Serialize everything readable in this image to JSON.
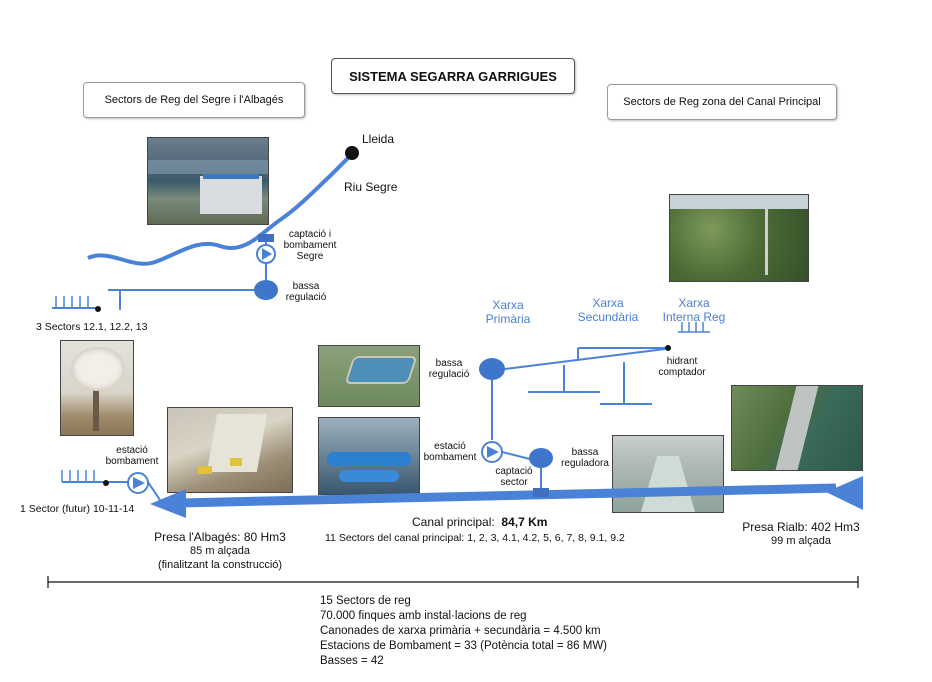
{
  "title": "SISTEMA SEGARRA GARRIGUES",
  "left_header": "Sectors de Reg del Segre i l'Albagés",
  "right_header": "Sectors de Reg zona del Canal Principal",
  "lleida": "Lleida",
  "riu_segre": "Riu Segre",
  "captacio_segre": [
    "captació i",
    "bombament",
    "Segre"
  ],
  "bassa_segre": [
    "bassa",
    "regulació"
  ],
  "sectors_12": "3 Sectors 12.1, 12.2, 13",
  "estacio_left": [
    "estació",
    "bombament"
  ],
  "sector_futur": "1 Sector (futur) 10-11-14",
  "xarxa_primaria": [
    "Xarxa",
    "Primària"
  ],
  "xarxa_secundaria": [
    "Xarxa",
    "Secundària"
  ],
  "xarxa_interna": [
    "Xarxa",
    "Interna Reg"
  ],
  "bassa_reg_mid": [
    "bassa",
    "regulació"
  ],
  "hidrant": [
    "hidrant",
    "comptador"
  ],
  "estacio_mid": [
    "estació",
    "bombament"
  ],
  "captacio_sector": [
    "captació",
    "sector"
  ],
  "bassa_reguladora": [
    "bassa",
    "reguladora"
  ],
  "canal_label": "Canal principal:",
  "canal_km": "84,7 Km",
  "canal_sectors": "11 Sectors del canal principal:  1, 2, 3, 4.1, 4.2, 5, 6, 7, 8, 9.1, 9.2",
  "albages": [
    "Presa l'Albagés: 80 Hm3",
    "85 m alçada",
    "(finalitzant la construcció)"
  ],
  "rialb": [
    "Presa Rialb: 402 Hm3",
    "99 m alçada"
  ],
  "summary": [
    "15 Sectors de reg",
    "70.000 finques amb instal·lacions de reg",
    "Canonades de xarxa primària + secundària = 4.500 km",
    "Estacions de Bombament = 33 (Potència total = 86 MW)",
    "Basses = 42"
  ],
  "photos": {
    "segre_station": "pumping-station-photo",
    "sprinkler": "sprinkler-photo",
    "almond": "almond-tree-photo",
    "dam_construction": "dam-construction-photo",
    "reservoir": "reservoir-photo",
    "pumps": "pumps-photo",
    "canal": "canal-photo",
    "rialb_dam": "rialb-dam-photo"
  },
  "colors": {
    "blue": "#4a82d8",
    "dark": "#111111"
  }
}
